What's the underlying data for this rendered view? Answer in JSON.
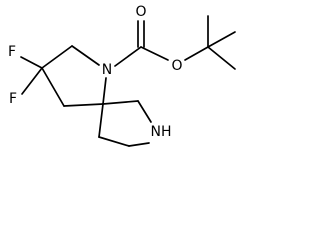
{
  "molecule": {
    "atoms": {
      "f_upper": "F",
      "f_lower": "F",
      "n_ring": "N",
      "n_h": "NH",
      "o_carbonyl": "O",
      "o_ester": "O"
    }
  }
}
